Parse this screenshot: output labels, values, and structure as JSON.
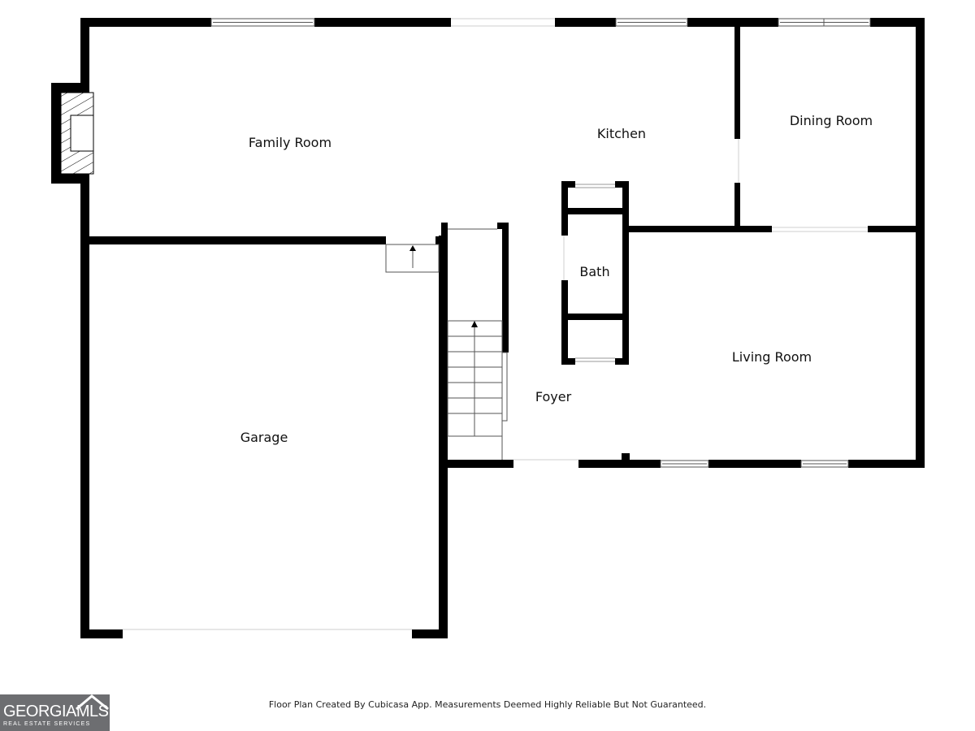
{
  "rooms": {
    "family_room": "Family Room",
    "kitchen": "Kitchen",
    "dining_room": "Dining Room",
    "bath": "Bath",
    "living_room": "Living Room",
    "foyer": "Foyer",
    "garage": "Garage"
  },
  "footer": {
    "note": "Floor Plan Created By Cubicasa App. Measurements Deemed Highly Reliable But Not Guaranteed."
  },
  "logo": {
    "main": "GEORGIAMLS",
    "sub": "REAL ESTATE SERVICES"
  },
  "colors": {
    "wall": "#000000",
    "background": "#ffffff",
    "logo_background": "#6d6e71"
  }
}
